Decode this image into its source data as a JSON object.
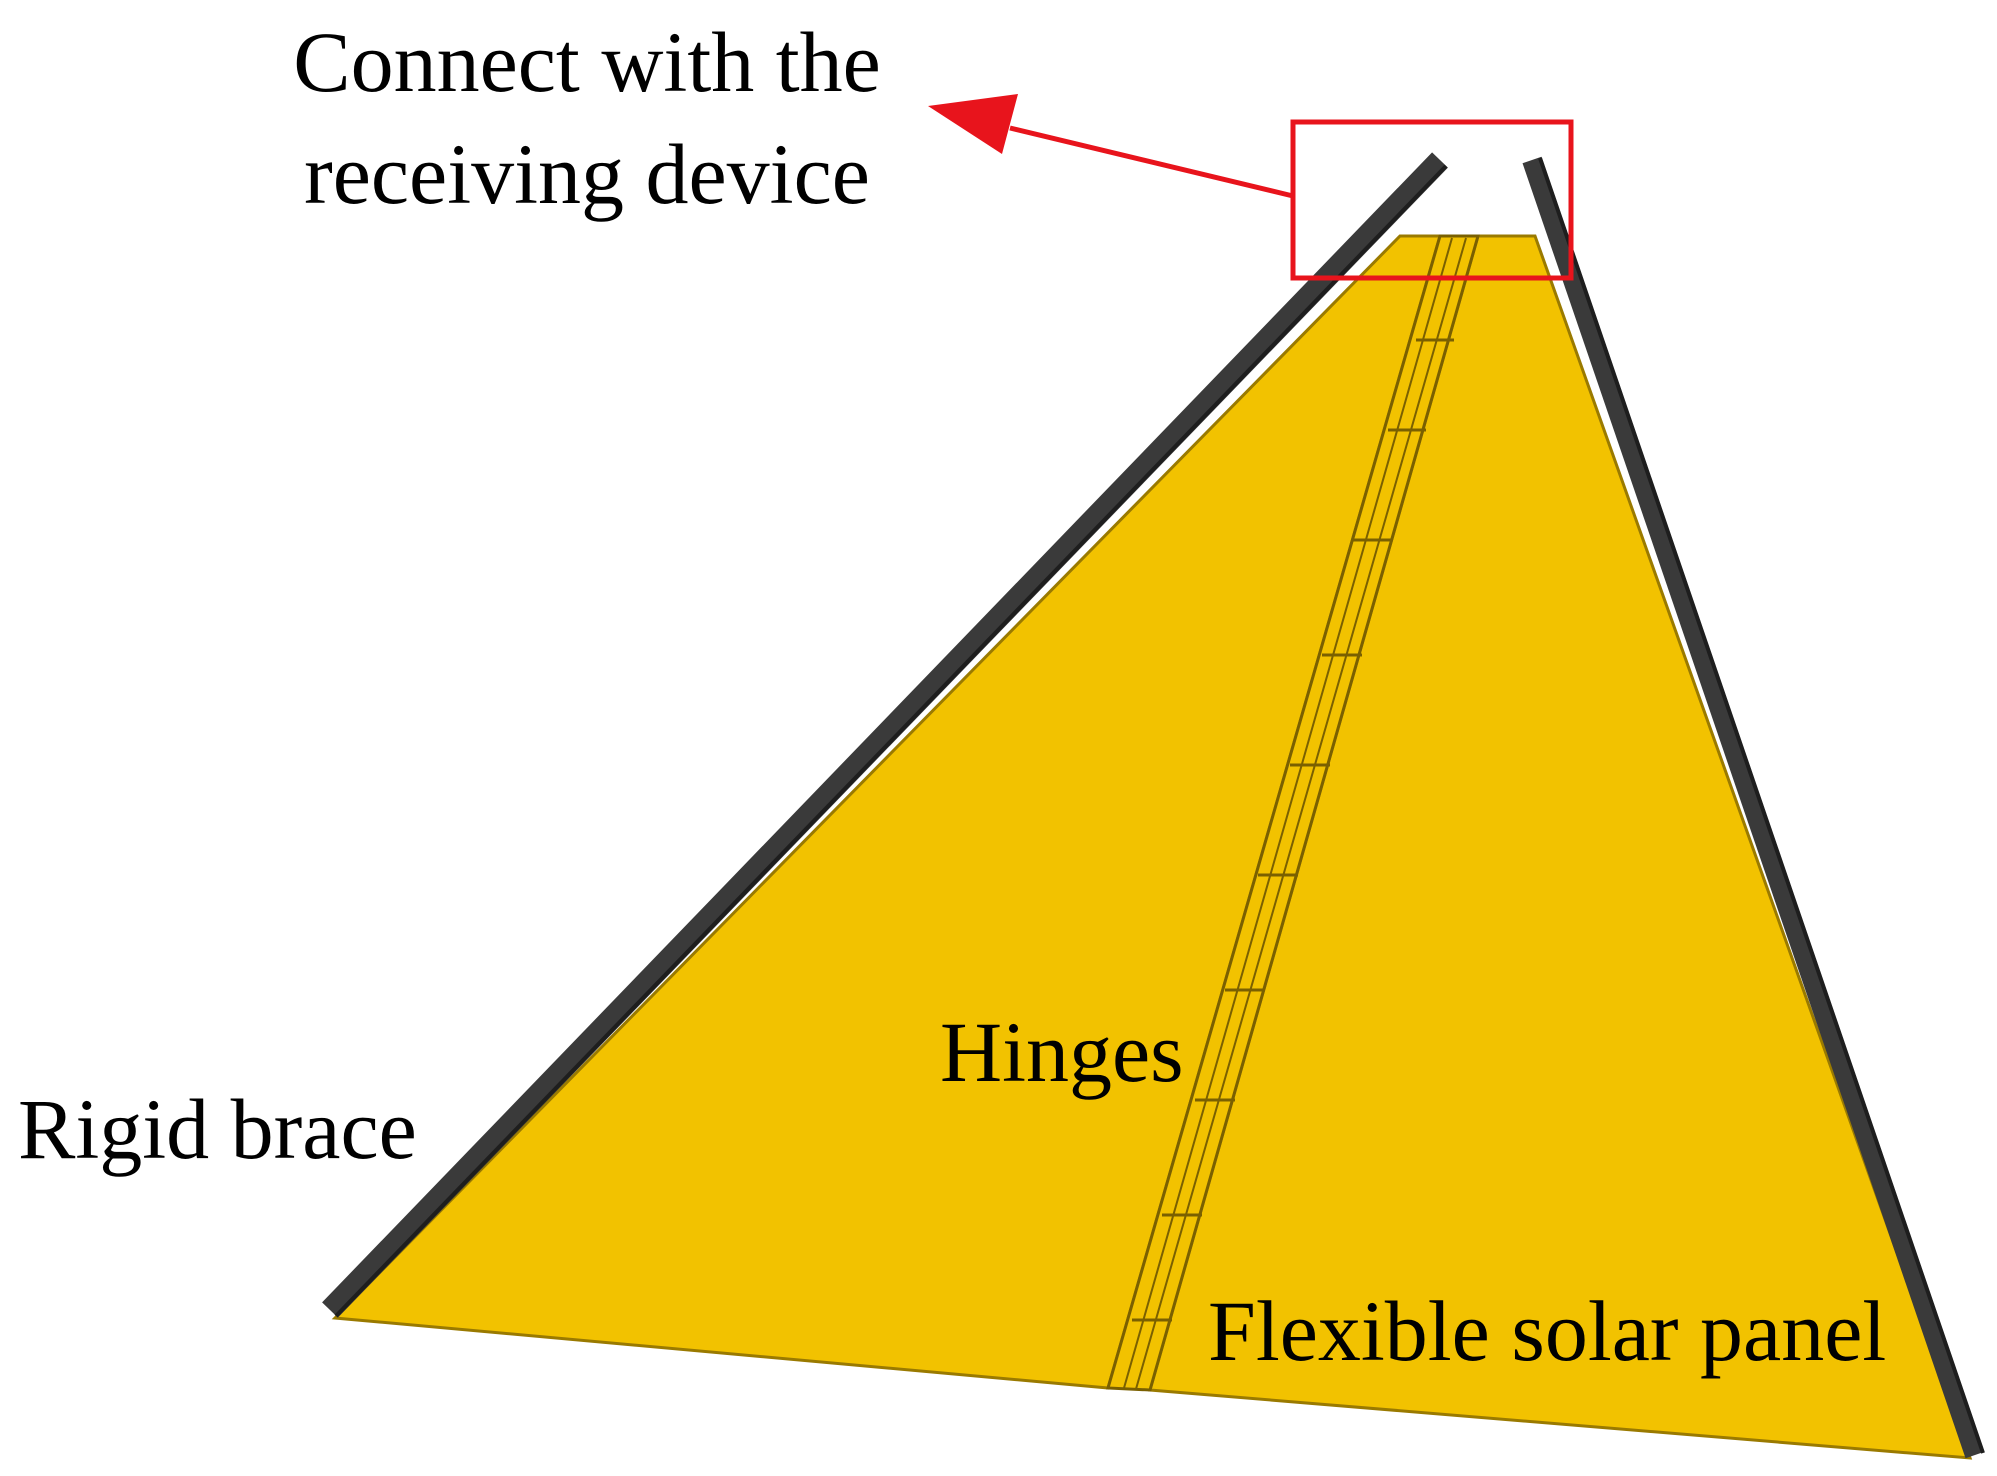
{
  "labels": {
    "connect_line1": "Connect with the",
    "connect_line2": "receiving device",
    "hinges": "Hinges",
    "rigid_brace": "Rigid brace",
    "flexible_solar_panel": "Flexible solar panel"
  },
  "colors": {
    "panel_fill": "#f2c200",
    "panel_outline": "#9a7a00",
    "brace": "#3a3a3a",
    "highlight": "#e8141c",
    "text": "#000000",
    "background": "#ffffff"
  }
}
